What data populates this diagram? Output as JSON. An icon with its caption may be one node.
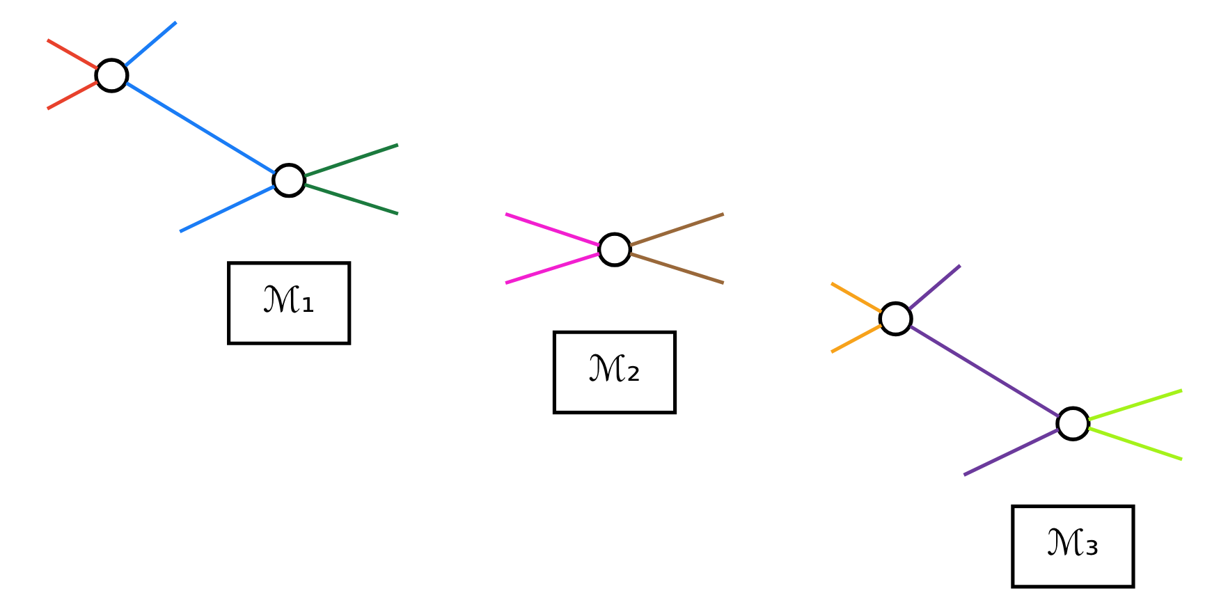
{
  "diagram": {
    "nodes": [
      {
        "text": [],
        "shape": "circle"
      },
      {
        "text": [],
        "shape": "circle"
      },
      {
        "text": [
          "ℳ₁"
        ]
      },
      {
        "text": [],
        "shape": "circle"
      },
      {
        "text": [
          "ℳ₂"
        ]
      },
      {
        "text": [],
        "shape": "circle"
      },
      {
        "text": [],
        "shape": "circle"
      },
      {
        "text": [
          "ℳ₃"
        ]
      }
    ],
    "edges": [
      {
        "from": 0,
        "to": null,
        "arrow": "none",
        "color": "#1a7cf5"
      },
      {
        "from": null,
        "to": 0,
        "arrow": "none",
        "color": "#e8412c"
      },
      {
        "from": null,
        "to": 0,
        "arrow": "none",
        "color": "#e8412c"
      },
      {
        "from": 0,
        "to": 1,
        "arrow": "none",
        "color": "#1a7cf5"
      },
      {
        "from": null,
        "to": 1,
        "arrow": "none",
        "color": "#1a7cf5"
      },
      {
        "from": 1,
        "to": null,
        "arrow": "none",
        "color": "#1b7a3e"
      },
      {
        "from": 1,
        "to": null,
        "arrow": "none",
        "color": "#1b7a3e"
      },
      {
        "from": null,
        "to": 3,
        "arrow": "none",
        "color": "#f21fd0"
      },
      {
        "from": 3,
        "to": null,
        "arrow": "none",
        "color": "#99683a"
      },
      {
        "from": null,
        "to": 3,
        "arrow": "none",
        "color": "#f21fd0"
      },
      {
        "from": 3,
        "to": null,
        "arrow": "none",
        "color": "#99683a"
      },
      {
        "from": 5,
        "to": null,
        "arrow": "none",
        "color": "#6b3a9c"
      },
      {
        "from": null,
        "to": 5,
        "arrow": "none",
        "color": "#f7a21b"
      },
      {
        "from": null,
        "to": 5,
        "arrow": "none",
        "color": "#f7a21b"
      },
      {
        "from": 5,
        "to": 6,
        "arrow": "none",
        "color": "#6b3a9c"
      },
      {
        "from": null,
        "to": 6,
        "arrow": "none",
        "color": "#6b3a9c"
      },
      {
        "from": 6,
        "to": null,
        "arrow": "none",
        "color": "#a4f21a"
      },
      {
        "from": 6,
        "to": null,
        "arrow": "none",
        "color": "#a4f21a"
      }
    ]
  }
}
